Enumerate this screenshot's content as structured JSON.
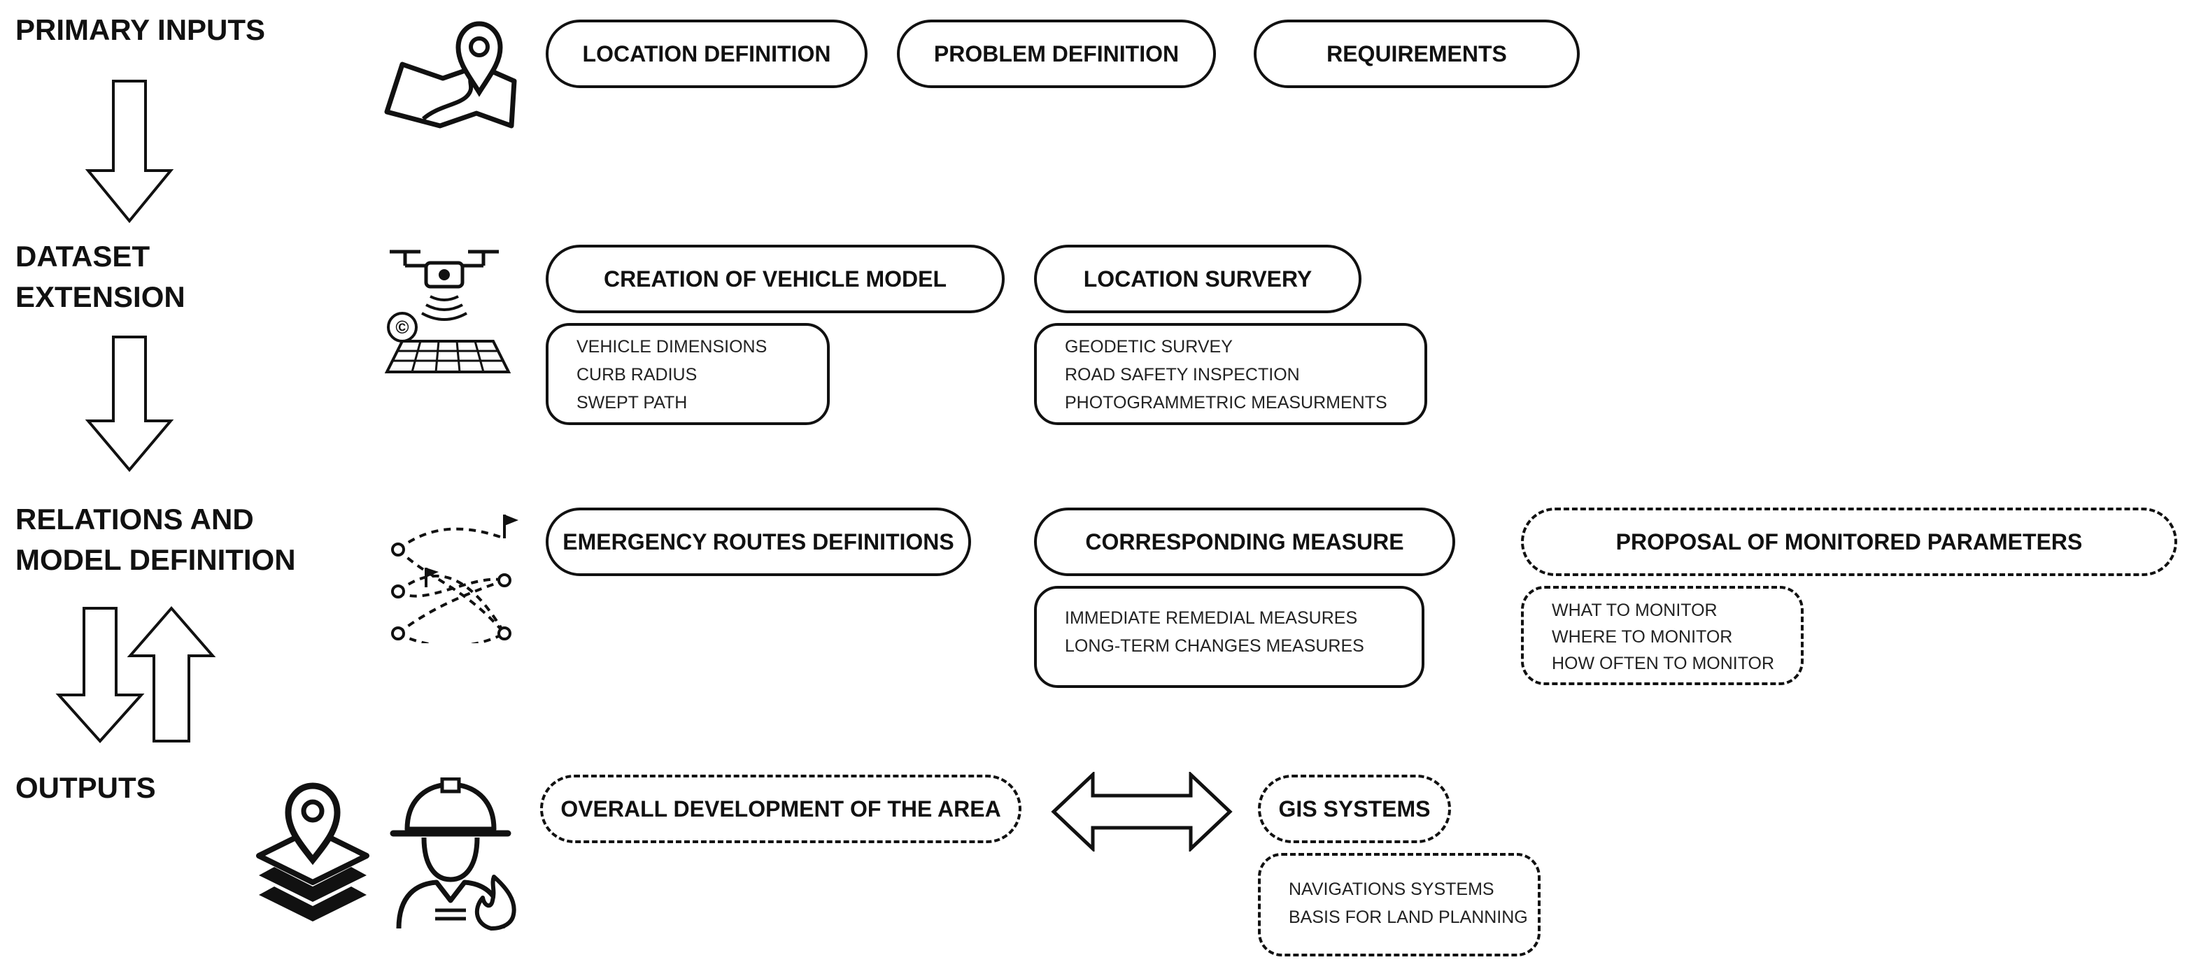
{
  "stages": {
    "primary_inputs": "PRIMARY INPUTS",
    "dataset_line1": "DATASET",
    "dataset_line2": "EXTENSION",
    "relations_line1": "RELATIONS AND",
    "relations_line2": "MODEL DEFINITION",
    "outputs": "OUTPUTS"
  },
  "primary_inputs": {
    "location_definition": "LOCATION DEFINITION",
    "problem_definition": "PROBLEM DEFINITION",
    "requirements": "REQUIREMENTS"
  },
  "dataset_extension": {
    "vehicle_model": "CREATION OF VEHICLE MODEL",
    "vehicle_details": [
      "VEHICLE DIMENSIONS",
      "CURB RADIUS",
      "SWEPT PATH"
    ],
    "location_survey": "LOCATION SURVERY",
    "survey_details": [
      "GEODETIC SURVEY",
      "ROAD SAFETY INSPECTION",
      "PHOTOGRAMMETRIC MEASURMENTS"
    ]
  },
  "relations": {
    "emergency_routes": "EMERGENCY ROUTES DEFINITIONS",
    "corresponding_measure": "CORRESPONDING MEASURE",
    "measure_details": [
      "IMMEDIATE REMEDIAL MEASURES",
      "LONG-TERM CHANGES MEASURES"
    ],
    "monitored_parameters": "PROPOSAL OF MONITORED PARAMETERS",
    "monitor_details": [
      "WHAT TO MONITOR",
      "WHERE TO MONITOR",
      "HOW OFTEN TO MONITOR"
    ]
  },
  "outputs": {
    "overall_development": "OVERALL DEVELOPMENT OF THE AREA",
    "gis_systems": "GIS SYSTEMS",
    "gis_details": [
      "NAVIGATIONS SYSTEMS",
      "BASIS FOR LAND PLANNING"
    ]
  },
  "icons": [
    "map-pin-icon",
    "drone-survey-icon",
    "route-network-icon",
    "layers-pin-icon",
    "firefighter-icon"
  ],
  "colors": {
    "stroke": "#111111",
    "background": "#ffffff"
  }
}
